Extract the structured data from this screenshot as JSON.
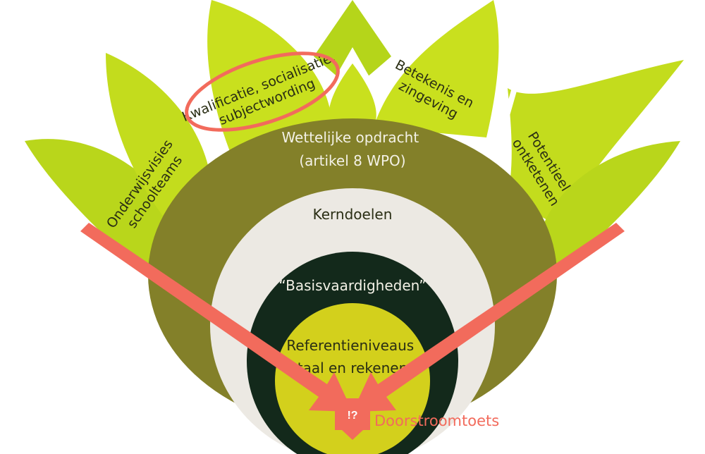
{
  "colors": {
    "leaf": "#c9e01e",
    "leaf_light": "#b5d51a",
    "olive": "#838029",
    "cream": "#ece9e3",
    "dark_green": "#13291b",
    "yellow": "#d3d01c",
    "accent": "#f26b5c",
    "text_dark": "#2a2e14",
    "text_light": "#f3f1e6"
  },
  "leaves": {
    "schoolteams": [
      "Onderwijsvisies",
      "schoolteams"
    ],
    "kwalificatie": [
      "Kwalificatie, socialisatie,",
      "subjectwording"
    ],
    "betekenis": [
      "Betekenis en",
      "zingeving"
    ],
    "potentieel": [
      "Potentieel",
      "ontketenen"
    ]
  },
  "rings": {
    "wettelijk": [
      "Wettelijke opdracht",
      "(artikel 8 WPO)"
    ],
    "kerndoelen": "Kerndoelen",
    "basis": "“Basisvaardigheden”",
    "referentie": [
      "Referentieniveaus",
      "taal en rekenen"
    ]
  },
  "exam": {
    "badge": "!?",
    "label": "Doorstroomtoets"
  }
}
